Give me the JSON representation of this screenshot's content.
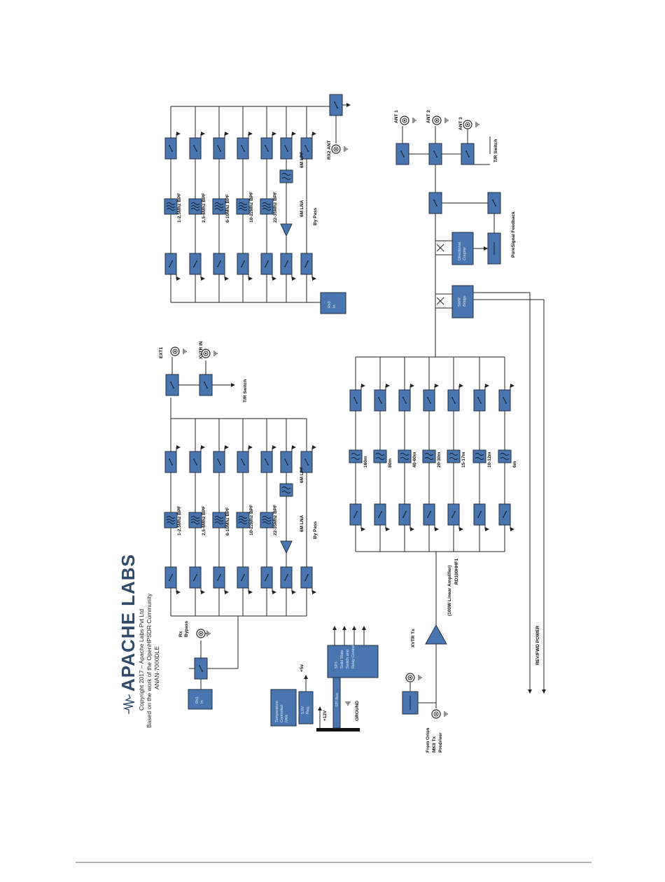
{
  "header": {
    "logo_text": "APACHE LABS",
    "copyright": "Copyright 2017 – Apache Labs Pvt Ltd",
    "based_on": "Based on the work of the OpenHPSDR Community",
    "model": "ANAN-7000DLE"
  },
  "rx1_bank": {
    "filters": [
      "1-2.5Mhz BPF",
      "2.5-6Mhz BPF",
      "6-10Mhz BPF",
      "10-22Mhz BPF",
      "22-35Mhz BPF"
    ],
    "lna_label": "6M LNA",
    "lpf_label": "6M LPF",
    "bypass_label": "By Pass",
    "rx_bypass_label": [
      "Rx",
      "Bypass"
    ],
    "rx_in_label": [
      "Rx1",
      "In"
    ],
    "ext1_label": "EXT1",
    "xvtr_in_label": "XVTR IN",
    "tr_switch_label": "T/R Switch"
  },
  "rx2_bank": {
    "filters": [
      "1-2.5Mhz BPF",
      "2.5-6Mhz BPF",
      "6-10Mhz BPF",
      "10-22Mhz BPF",
      "22-35Mhz BPF"
    ],
    "lna_label": "6M LNA",
    "lpf_label": "6M LPF",
    "bypass_label": "By Pass",
    "rx2_ant_label": "RX2 ANT",
    "rx2_in_label": [
      "Rx2",
      "In"
    ]
  },
  "tx_lpf_bank": {
    "bands": [
      "160m",
      "80m",
      "40-60m",
      "20-30m",
      "15-17m",
      "10-12m",
      "6m"
    ]
  },
  "antenna_section": {
    "ant_labels": [
      "ANT 1",
      "ANT 2",
      "ANT 3"
    ],
    "tr_switch_label": "T/R Switch",
    "pure_signal_label": "PureSignal Feedback",
    "coupler_label": [
      "Directional",
      "Coupler"
    ],
    "bridge_label": [
      "SWR",
      "Bridge"
    ],
    "rev_fwd_label": "REV/FWD POWER"
  },
  "power_section": {
    "fan_label": [
      "Temperature",
      "Controlled",
      "FAN"
    ],
    "reg_label": [
      "5.0V",
      "Reg."
    ],
    "plus5_label": "+5v",
    "plus12_label": "+12V",
    "spi_bus_label": "SPI Bus",
    "ground_label": "GROUND",
    "spi_block_label": [
      "SPI-",
      "Solid State",
      "Switch and",
      "Relay Control"
    ]
  },
  "tx_section": {
    "xvtr_tx_label": "XVTR Tx",
    "amp_label": "(100W Linear Amplifier)",
    "amp_part": "RD100HHF1",
    "from_label": [
      "From Orion",
      "MKII Tx",
      "Predriver"
    ]
  },
  "colors": {
    "block_fill": "#4a76b0",
    "block_stroke": "#1f2d45",
    "wire": "#222222"
  }
}
